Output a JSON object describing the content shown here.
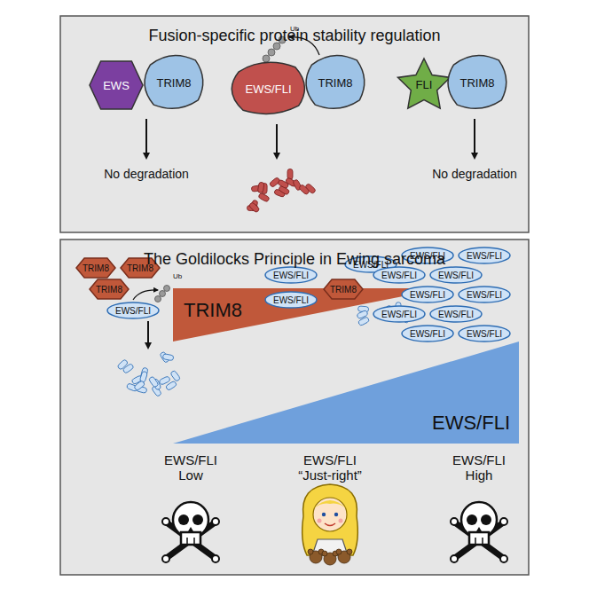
{
  "diagram": {
    "nodes": [
      {
        "text": [
          "Fusion-specific protein stability regulation"
        ]
      },
      {
        "text": [
          "EWS"
        ],
        "in": 0
      },
      {
        "text": [
          "TRIM8"
        ],
        "in": 0
      },
      {
        "text": [
          "EWS/FLI"
        ],
        "in": 0
      },
      {
        "text": [
          "TRIM8"
        ],
        "in": 0
      },
      {
        "text": [
          "FLI"
        ],
        "in": 0
      },
      {
        "text": [
          "TRIM8"
        ],
        "in": 0
      },
      {
        "text": [
          "The Goldilocks Principle in Ewing sarcoma"
        ]
      },
      {
        "text": [
          "TRIM8"
        ],
        "in": 7
      },
      {
        "text": [
          "EWS/FLI"
        ],
        "in": 7
      },
      {
        "text": [
          "TRIM8"
        ],
        "in": 7
      },
      {
        "text": [
          "TRIM8"
        ],
        "in": 7
      },
      {
        "text": [
          "TRIM8"
        ],
        "in": 7
      },
      {
        "text": [
          "EWS/FLI"
        ],
        "in": 7
      },
      {
        "text": [
          "EWS/FLI"
        ],
        "in": 7
      },
      {
        "text": [
          "EWS/FLI"
        ],
        "in": 7
      },
      {
        "text": [
          "EWS/FLI"
        ],
        "in": 7
      },
      {
        "text": [
          "TRIM8"
        ],
        "in": 7
      },
      {
        "text": [
          "EWS/FLI"
        ],
        "in": 7
      },
      {
        "text": [
          "EWS/FLI"
        ],
        "in": 7
      },
      {
        "text": [
          "EWS/FLI"
        ],
        "in": 7
      },
      {
        "text": [
          "EWS/FLI"
        ],
        "in": 7
      },
      {
        "text": [
          "EWS/FLI"
        ],
        "in": 7
      },
      {
        "text": [
          "EWS/FLI"
        ],
        "in": 7
      },
      {
        "text": [
          "EWS/FLI"
        ],
        "in": 7
      },
      {
        "text": [
          "EWS/FLI"
        ],
        "in": 7
      },
      {
        "text": [
          "EWS/FLI"
        ],
        "in": 7
      },
      {
        "text": [
          "EWS/FLI"
        ],
        "in": 7
      }
    ],
    "labels": [
      "Ub",
      "No degradation",
      "No degradation",
      "Ub",
      "EWS/FLI Low",
      "EWS/FLI “Just-right”",
      "EWS/FLI High"
    ]
  }
}
